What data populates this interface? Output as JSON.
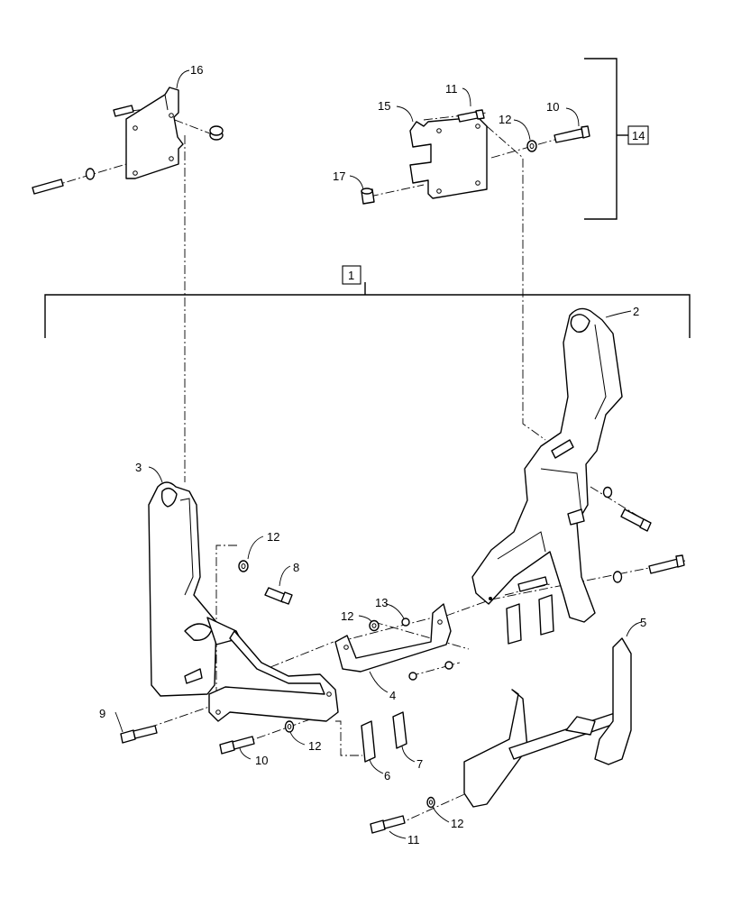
{
  "diagram": {
    "callouts": {
      "c1": "1",
      "c2": "2",
      "c3": "3",
      "c4": "4",
      "c5": "5",
      "c6": "6",
      "c7": "7",
      "c8": "8",
      "c9": "9",
      "c10_top": "10",
      "c10_bottom": "10",
      "c11_top": "11",
      "c11_bottom": "11",
      "c12_top": "12",
      "c12_mid_left": "12",
      "c12_mid_center": "12",
      "c12_lower": "12",
      "c12_bottom": "12",
      "c13": "13",
      "c14": "14",
      "c15": "15",
      "c16": "16",
      "c17": "17"
    }
  }
}
